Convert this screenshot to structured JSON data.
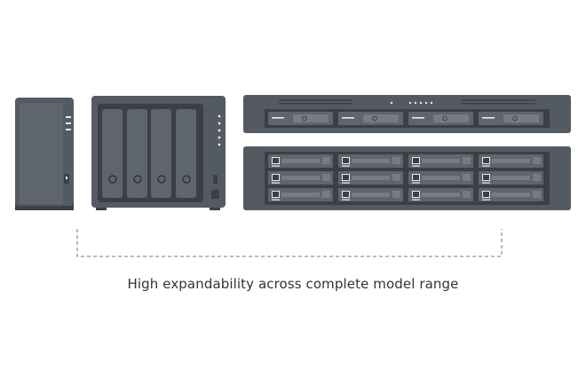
{
  "caption": "High expandability across complete model range",
  "colors": {
    "body": "#545a61",
    "face": "#5e656c",
    "panel_dark": "#3b4046",
    "slot": "#757c84",
    "light": "#e8ebee",
    "bracket": "#a0a5ab"
  },
  "devices": [
    {
      "name": "1-bay desktop NAS"
    },
    {
      "name": "4-bay desktop NAS"
    },
    {
      "name": "1U rackmount NAS",
      "bays": 4
    },
    {
      "name": "2U rackmount NAS",
      "bays": 12
    }
  ]
}
